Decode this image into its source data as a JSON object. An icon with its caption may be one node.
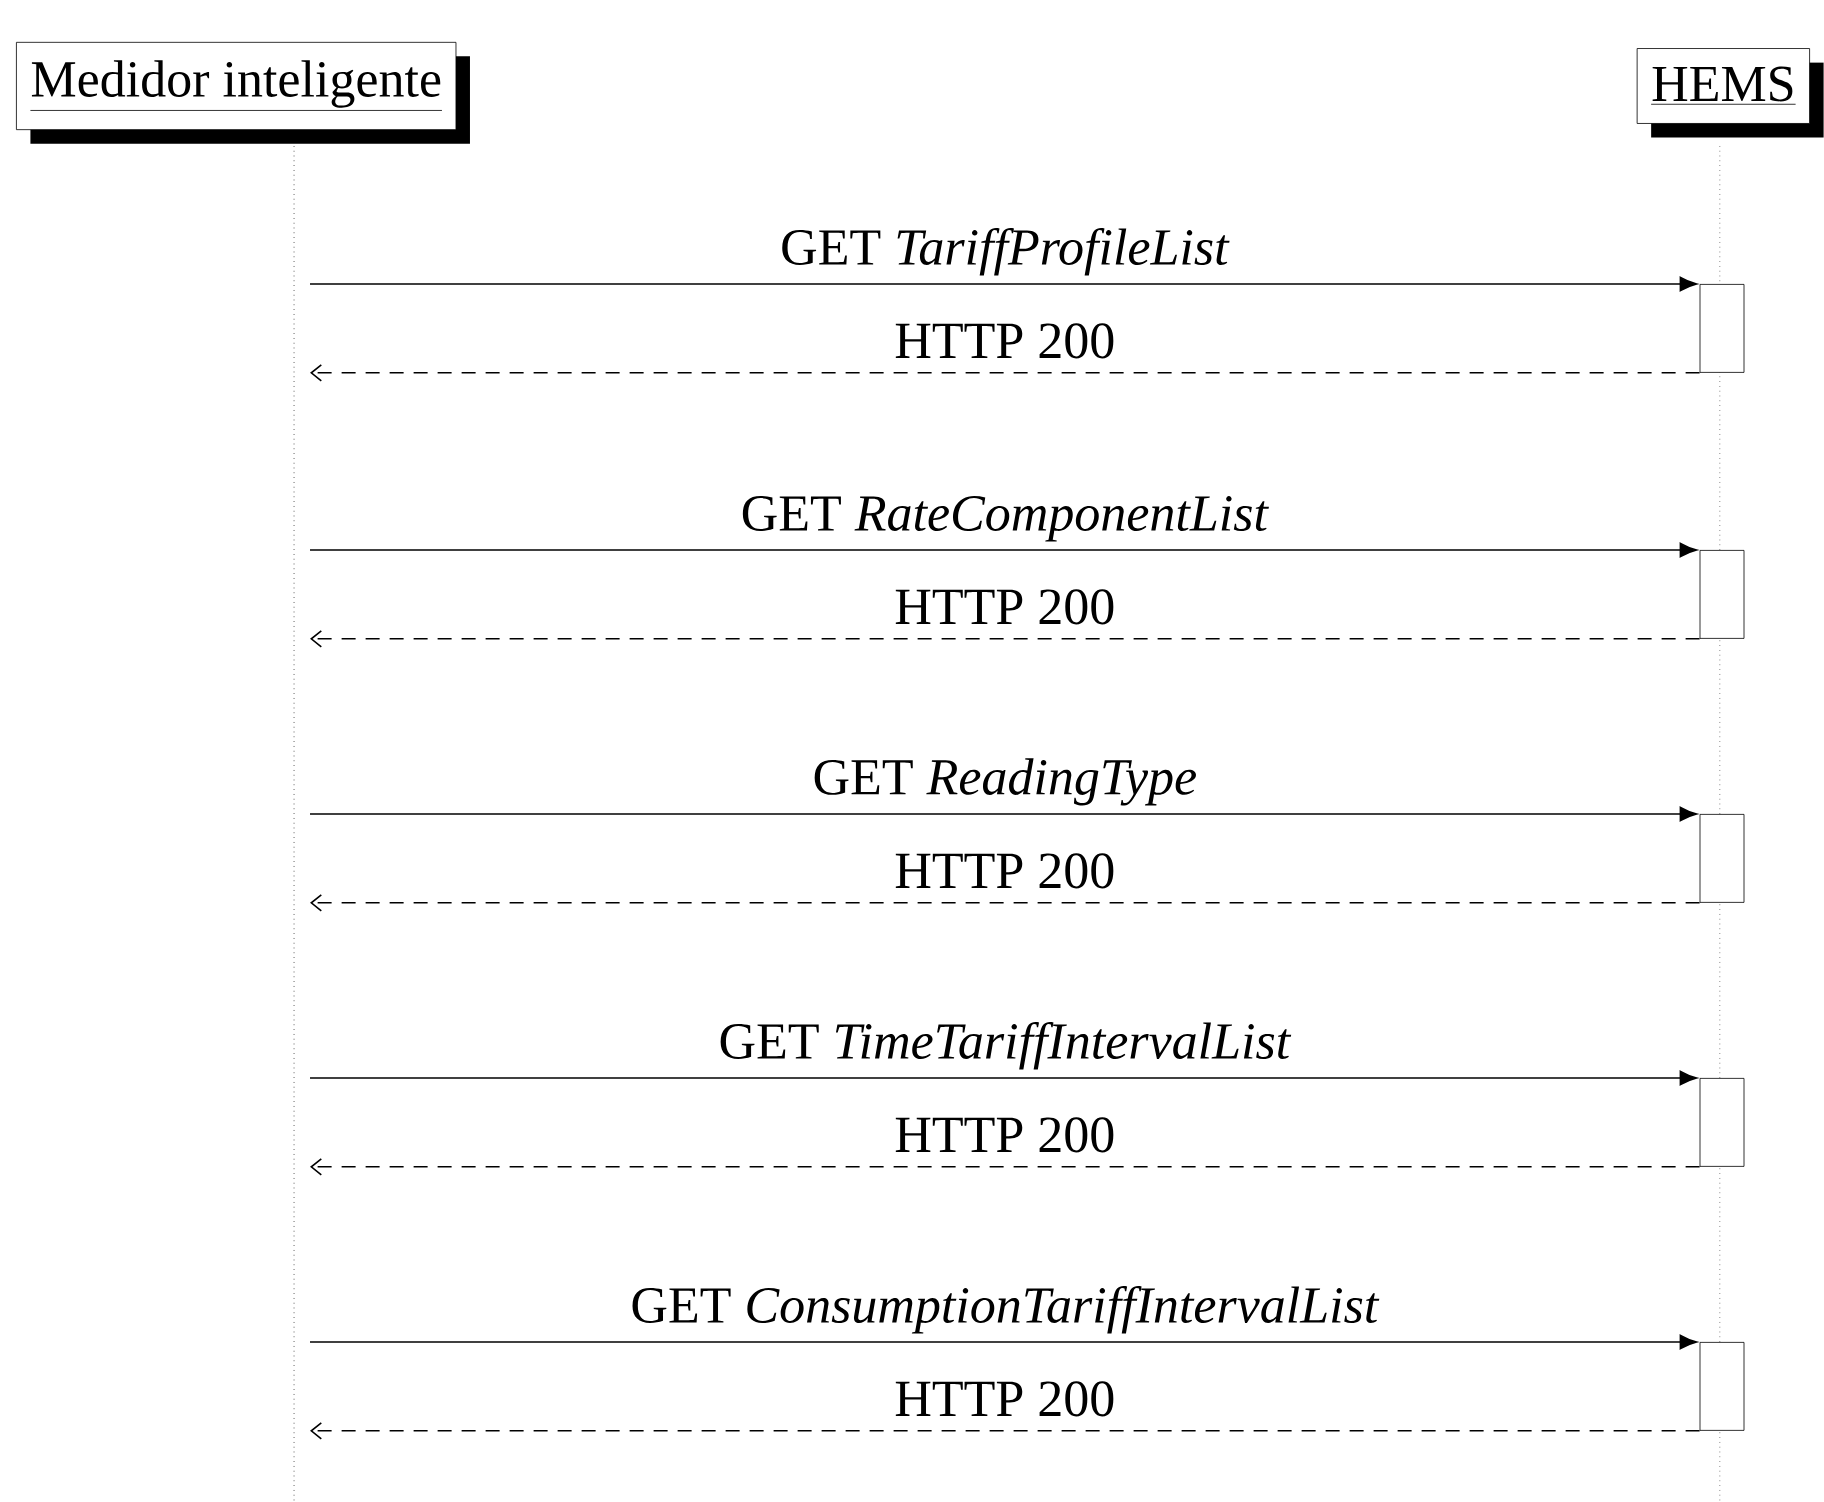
{
  "diagram": {
    "nodes": [
      {
        "text": [
          "Medidor inteligente"
        ]
      },
      {
        "text": [
          "HEMS"
        ]
      },
      {
        "text": [],
        "shape": "bar"
      },
      {
        "text": [],
        "shape": "bar"
      },
      {
        "text": [],
        "shape": "bar"
      },
      {
        "text": [],
        "shape": "bar"
      },
      {
        "text": [],
        "shape": "bar"
      }
    ],
    "edges": [
      {
        "from": null,
        "to": 2,
        "arrow": "to",
        "label": "GET *TariffProfileList*"
      },
      {
        "from": 2,
        "to": null,
        "arrow": "to",
        "label": "HTTP 200",
        "style": "dashed"
      },
      {
        "from": null,
        "to": 3,
        "arrow": "to",
        "label": "GET *RateComponentList*"
      },
      {
        "from": 3,
        "to": null,
        "arrow": "to",
        "label": "HTTP 200",
        "style": "dashed"
      },
      {
        "from": null,
        "to": 4,
        "arrow": "to",
        "label": "GET *ReadingType*"
      },
      {
        "from": 4,
        "to": null,
        "arrow": "to",
        "label": "HTTP 200",
        "style": "dashed"
      },
      {
        "from": null,
        "to": 5,
        "arrow": "to",
        "label": "GET *TimeTariffIntervalList*"
      },
      {
        "from": 5,
        "to": null,
        "arrow": "to",
        "label": "HTTP 200",
        "style": "dashed"
      },
      {
        "from": null,
        "to": 6,
        "arrow": "to",
        "label": "GET *ConsumptionTariffIntervalList*"
      },
      {
        "from": 6,
        "to": null,
        "arrow": "to",
        "label": "HTTP 200",
        "style": "dashed"
      }
    ]
  }
}
